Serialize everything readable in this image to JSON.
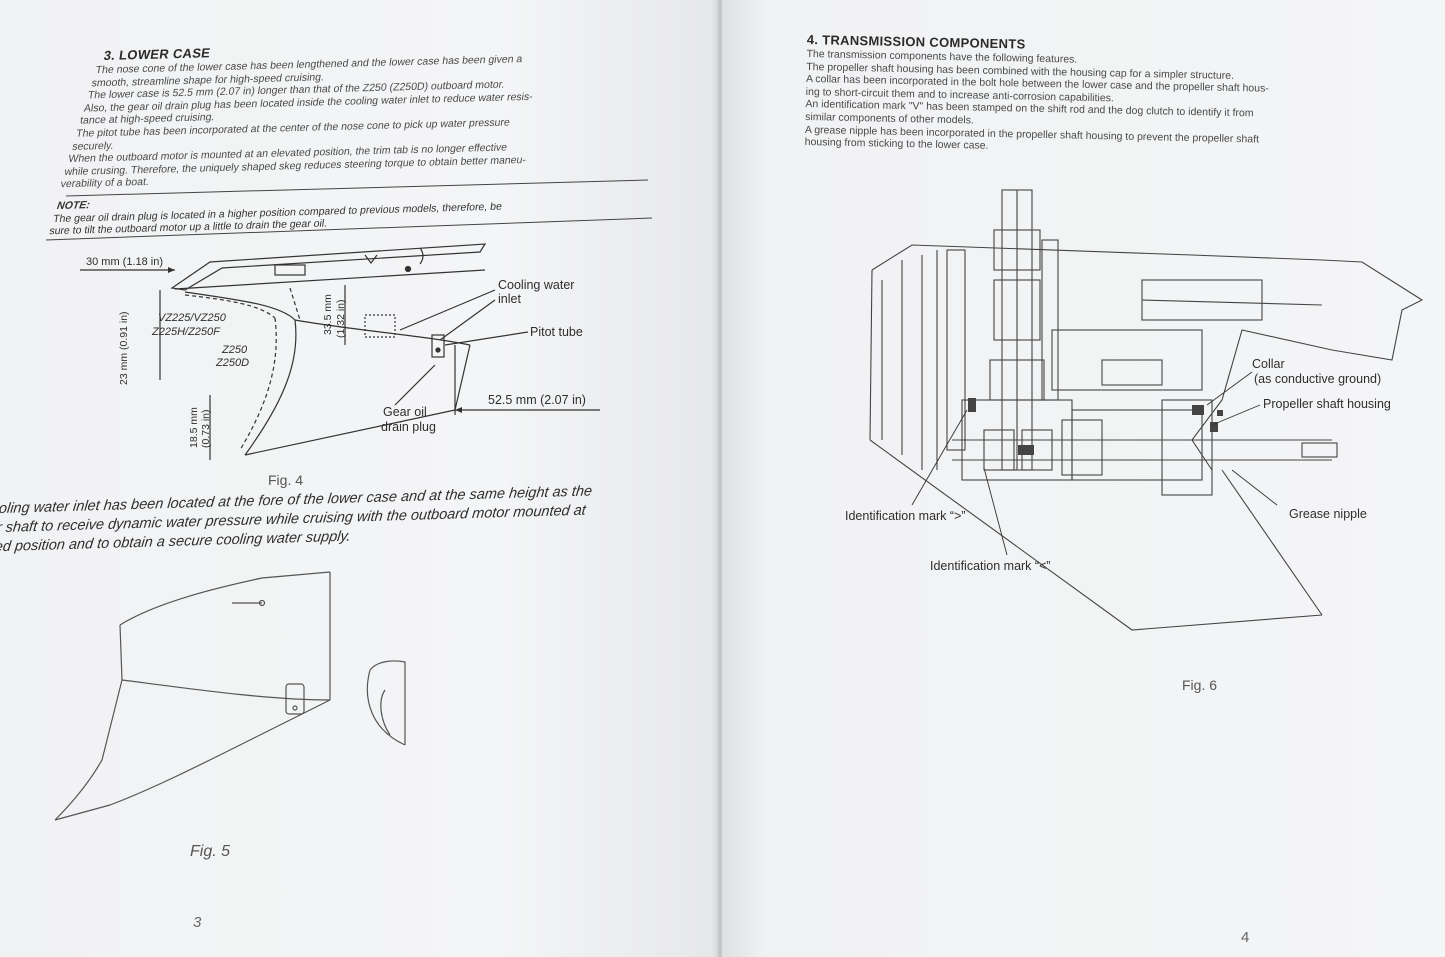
{
  "left_page": {
    "section_title": "3. LOWER CASE",
    "intro_lines": [
      "The nose cone of the lower case has been lengthened and the lower case has been given a",
      "smooth, streamline shape for high-speed cruising.",
      "The lower case is 52.5 mm (2.07 in) longer than that of the Z250 (Z250D) outboard motor.",
      "Also, the gear oil drain plug has been located inside the cooling water inlet to reduce water resis-",
      "tance at high-speed cruising.",
      "The pitot tube has been incorporated at the center of the nose cone to pick up water pressure",
      "securely.",
      "When the outboard motor is mounted at an elevated position, the trim tab is no longer effective",
      "while crusing. Therefore, the uniquely shaped skeg reduces steering torque to obtain better maneu-",
      "verability of a boat."
    ],
    "note_label": "NOTE:",
    "note_lines": [
      "The gear oil drain plug is located in a higher position compared to previous models, therefore, be",
      "sure to tilt the outboard motor up a little to drain the gear oil."
    ],
    "fig4": {
      "dim_30": "30 mm (1.18 in)",
      "dim_23": "23 mm (0.91 in)",
      "dim_33": "33.5 mm",
      "dim_33_in": "(1.32 in)",
      "dim_18": "18.5 mm",
      "dim_18_in": "(0.73 in)",
      "model_1": "VZ225/VZ250",
      "model_2": "Z225H/Z250F",
      "model_3": "Z250",
      "model_4": "Z250D",
      "cooling_1": "Cooling water",
      "cooling_2": "inlet",
      "pitot": "Pitot tube",
      "dim_52": "52.5 mm (2.07 in)",
      "gear_1": "Gear oil",
      "gear_2": "drain plug",
      "caption": "Fig. 4"
    },
    "body_lines": [
      "oling water inlet has been located at the fore of the lower case and at the same height as the",
      "r shaft to receive dynamic water pressure while cruising with the outboard motor mounted at",
      "ed position and to obtain a secure cooling water supply."
    ],
    "fig5_caption": "Fig. 5",
    "page_number": "3"
  },
  "right_page": {
    "section_title": "4. TRANSMISSION COMPONENTS",
    "lines": [
      "The transmission components have the following features.",
      "The propeller shaft housing has been combined with the housing cap for a simpler structure.",
      "A collar has been incorporated in the bolt hole between the lower case and the propeller shaft hous-",
      "ing to short-circuit them and to increase anti-corrosion capabilities.",
      "An identification mark \"V\" has been stamped on the shift rod and the dog clutch to identify it from",
      "similar components of other models.",
      "A grease nipple has been incorporated in the propeller shaft housing to prevent the propeller shaft",
      "housing from sticking to the lower case."
    ],
    "fig6": {
      "collar_1": "Collar",
      "collar_2": "(as conductive ground)",
      "prop_housing": "Propeller shaft housing",
      "id_gt": "Identification mark “>”",
      "id_lt": "Identification mark “<”",
      "grease": "Grease nipple",
      "caption": "Fig. 6"
    },
    "page_number": "4"
  },
  "colors": {
    "paper": "#f3f4f5",
    "ink": "#2a2a2a",
    "background": "#d9dadb"
  }
}
